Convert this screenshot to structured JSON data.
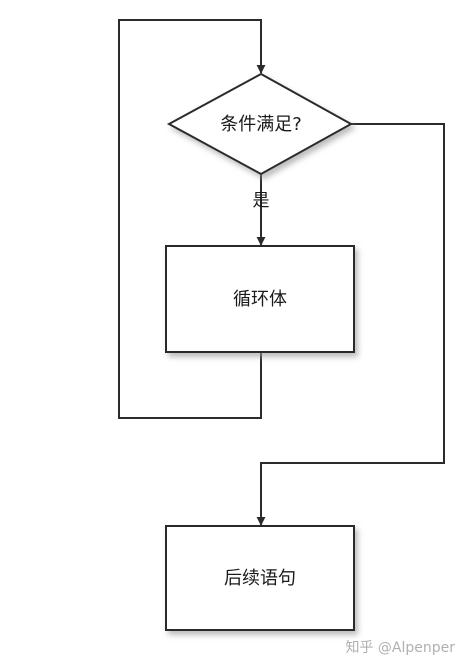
{
  "diagram": {
    "nodes": {
      "condition": {
        "shape": "diamond",
        "label": "条件满足?"
      },
      "loop_body": {
        "shape": "rectangle",
        "label": "循环体"
      },
      "next_statement": {
        "shape": "rectangle",
        "label": "后续语句"
      }
    },
    "edges": [
      {
        "from": "condition",
        "to": "loop_body",
        "label": "是"
      },
      {
        "from": "loop_body",
        "to": "condition",
        "label": ""
      },
      {
        "from": "condition",
        "to": "next_statement",
        "label": ""
      }
    ],
    "colors": {
      "stroke": "#2b2b2b",
      "node_fill": "#ffffff",
      "shadow": "#9a9a9a",
      "watermark": "#b0b0b0"
    }
  },
  "watermark": {
    "text": "知乎 @Alpenper"
  }
}
